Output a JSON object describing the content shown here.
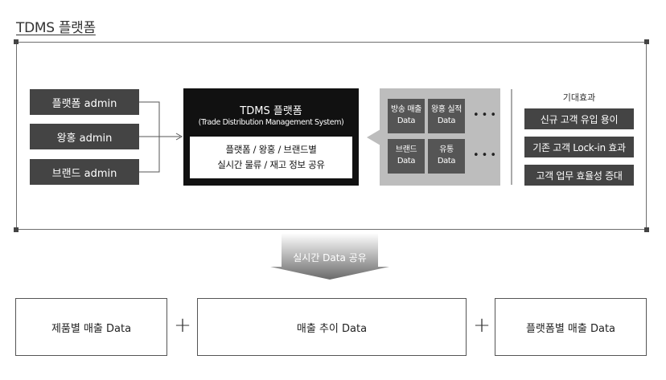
{
  "title": "TDMS 플랫폼",
  "admins": [
    "플랫폼 admin",
    "왕홍 admin",
    "브랜드 admin"
  ],
  "tdms": {
    "title": "TDMS 플랫폼",
    "subtitle": "(Trade Distribution Management System)",
    "inner_line1": "플랫폼 / 왕홍 / 브랜드별",
    "inner_line2": "실시간 물류 / 재고 정보 공유"
  },
  "data_cards": [
    {
      "line1": "방송 매출",
      "line2": "Data"
    },
    {
      "line1": "왕홍 실적",
      "line2": "Data"
    },
    {
      "line1": "브랜드",
      "line2": "Data"
    },
    {
      "line1": "유통",
      "line2": "Data"
    }
  ],
  "dots": "•••",
  "effects": {
    "label": "기대효과",
    "items": [
      "신규 고객 유입 용이",
      "기존 고객 Lock-in 효과",
      "고객 업무 효율성 증대"
    ]
  },
  "share_label": "실시간 Data 공유",
  "bottom": [
    "제품별 매출 Data",
    "매출 추이 Data",
    "플랫폼별 매출 Data"
  ],
  "plus": "+",
  "colors": {
    "dark": "#444444",
    "black": "#111111",
    "panel": "#bdbdbd",
    "card": "#555555"
  }
}
